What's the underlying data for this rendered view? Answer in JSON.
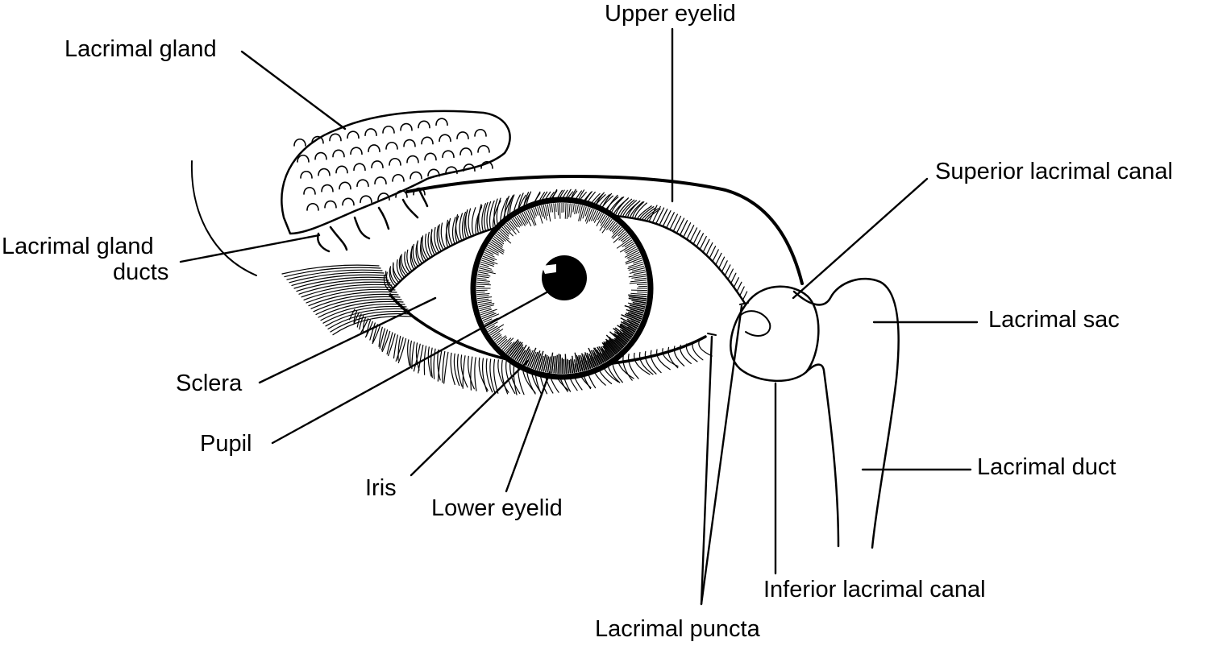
{
  "labels": {
    "lacrimal_gland": "Lacrimal gland",
    "upper_eyelid": "Upper eyelid",
    "superior_lacrimal_canal": "Superior lacrimal canal",
    "lacrimal_gland_ducts_line1": "Lacrimal gland",
    "lacrimal_gland_ducts_line2": "ducts",
    "lacrimal_sac": "Lacrimal sac",
    "sclera": "Sclera",
    "pupil": "Pupil",
    "iris": "Iris",
    "lower_eyelid": "Lower eyelid",
    "lacrimal_duct": "Lacrimal duct",
    "inferior_lacrimal_canal": "Inferior lacrimal canal",
    "lacrimal_puncta": "Lacrimal puncta"
  }
}
